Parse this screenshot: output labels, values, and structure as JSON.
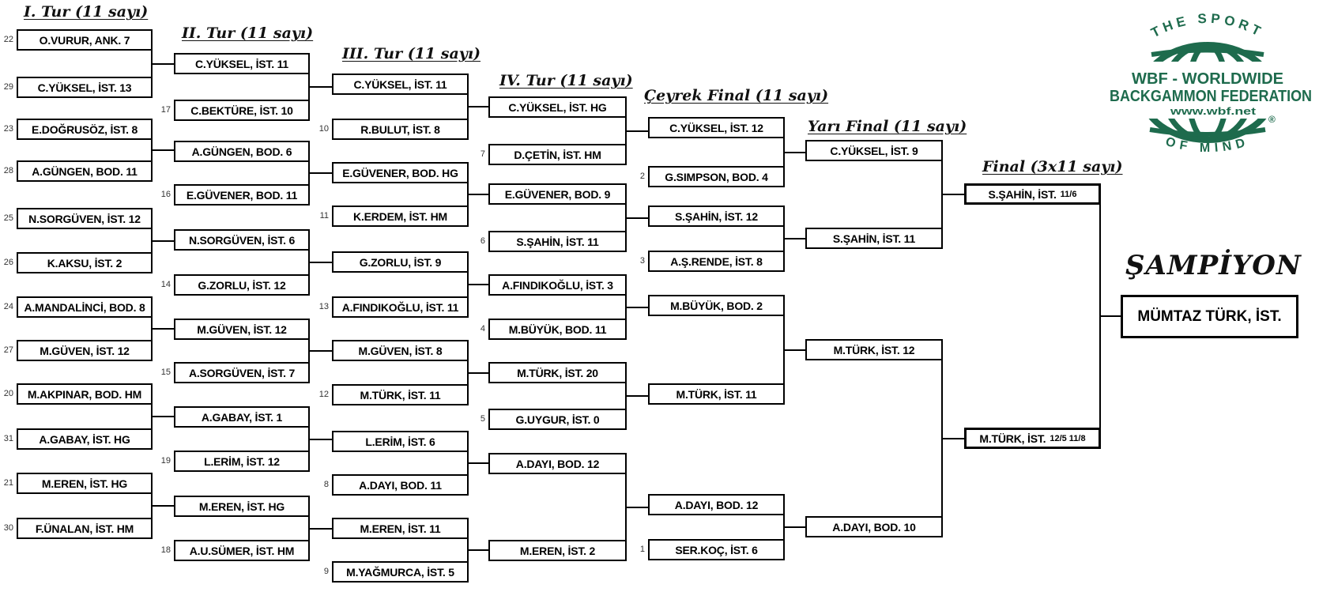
{
  "champion": {
    "heading": "ŞAMPİYON",
    "name": "MÜMTAZ TÜRK, İST."
  },
  "logo": {
    "arc_top": "THE SPORT",
    "line1": "WBF - WORLDWIDE",
    "line2": "BACKGAMMON FEDERATION",
    "url": "www.wbf.net",
    "arc_bottom": "OF MIND",
    "registered": "®",
    "color": "#1e6b4d"
  },
  "colors": {
    "line": "#000000",
    "box_border": "#000000",
    "logo_green": "#1e6b4d"
  },
  "rounds": [
    {
      "label": "I. Tur (11 sayı)",
      "boxes": [
        {
          "seed": "22",
          "label": "O.VURUR, ANK. 7"
        },
        {
          "seed": "29",
          "label": "C.YÜKSEL, İST. 13"
        },
        {
          "seed": "23",
          "label": "E.DOĞRUSÖZ, İST. 8"
        },
        {
          "seed": "28",
          "label": "A.GÜNGEN, BOD. 11"
        },
        {
          "seed": "25",
          "label": "N.SORGÜVEN, İST. 12"
        },
        {
          "seed": "26",
          "label": "K.AKSU, İST. 2"
        },
        {
          "seed": "24",
          "label": "A.MANDALİNCİ, BOD. 8"
        },
        {
          "seed": "27",
          "label": "M.GÜVEN, İST. 12"
        },
        {
          "seed": "20",
          "label": "M.AKPINAR, BOD. HM"
        },
        {
          "seed": "31",
          "label": "A.GABAY, İST. HG"
        },
        {
          "seed": "21",
          "label": "M.EREN, İST. HG"
        },
        {
          "seed": "30",
          "label": "F.ÜNALAN, İST. HM"
        }
      ]
    },
    {
      "label": "II. Tur (11 sayı)",
      "boxes": [
        {
          "label": "C.YÜKSEL, İST. 11"
        },
        {
          "seed": "17",
          "label": "C.BEKTÜRE, İST. 10"
        },
        {
          "label": "A.GÜNGEN, BOD. 6"
        },
        {
          "seed": "16",
          "label": "E.GÜVENER, BOD. 11"
        },
        {
          "label": "N.SORGÜVEN, İST. 6"
        },
        {
          "seed": "14",
          "label": "G.ZORLU, İST. 12"
        },
        {
          "label": "M.GÜVEN, İST. 12"
        },
        {
          "seed": "15",
          "label": "A.SORGÜVEN, İST. 7"
        },
        {
          "label": "A.GABAY, İST. 1"
        },
        {
          "seed": "19",
          "label": "L.ERİM, İST. 12"
        },
        {
          "label": "M.EREN, İST. HG"
        },
        {
          "seed": "18",
          "label": "A.U.SÜMER, İST. HM"
        }
      ]
    },
    {
      "label": "III. Tur (11 sayı)",
      "boxes": [
        {
          "label": "C.YÜKSEL, İST. 11"
        },
        {
          "seed": "10",
          "label": "R.BULUT, İST. 8"
        },
        {
          "label": "E.GÜVENER, BOD. HG"
        },
        {
          "seed": "11",
          "label": "K.ERDEM, İST. HM"
        },
        {
          "label": "G.ZORLU, İST. 9"
        },
        {
          "seed": "13",
          "label": "A.FINDIKOĞLU, İST. 11"
        },
        {
          "label": "M.GÜVEN, İST. 8"
        },
        {
          "seed": "12",
          "label": "M.TÜRK, İST. 11"
        },
        {
          "label": "L.ERİM, İST. 6"
        },
        {
          "seed": "8",
          "label": "A.DAYI, BOD. 11"
        },
        {
          "label": "M.EREN, İST. 11"
        },
        {
          "seed": "9",
          "label": "M.YAĞMURCA, İST. 5"
        }
      ]
    },
    {
      "label": "IV. Tur (11 sayı)",
      "boxes": [
        {
          "label": "C.YÜKSEL, İST. HG"
        },
        {
          "seed": "7",
          "label": "D.ÇETİN, İST. HM"
        },
        {
          "label": "E.GÜVENER, BOD. 9"
        },
        {
          "seed": "6",
          "label": "S.ŞAHİN, İST. 11"
        },
        {
          "label": "A.FINDIKOĞLU, İST. 3"
        },
        {
          "seed": "4",
          "label": "M.BÜYÜK, BOD. 11"
        },
        {
          "label": "M.TÜRK, İST. 20"
        },
        {
          "seed": "5",
          "label": "G.UYGUR, İST. 0"
        },
        {
          "label": "A.DAYI, BOD. 12"
        },
        {
          "label": "M.EREN, İST. 2"
        }
      ]
    },
    {
      "label": "Çeyrek Final (11 sayı)",
      "boxes": [
        {
          "label": "C.YÜKSEL, İST. 12"
        },
        {
          "seed": "2",
          "label": "G.SIMPSON, BOD. 4"
        },
        {
          "label": "S.ŞAHİN, İST. 12"
        },
        {
          "seed": "3",
          "label": "A.Ş.RENDE, İST. 8"
        },
        {
          "label": "M.BÜYÜK, BOD. 2"
        },
        {
          "label": "M.TÜRK, İST. 11"
        },
        {
          "label": "A.DAYI, BOD. 12"
        },
        {
          "seed": "1",
          "label": "SER.KOÇ, İST. 6"
        }
      ]
    },
    {
      "label": "Yarı Final (11 sayı)",
      "boxes": [
        {
          "label": "C.YÜKSEL, İST. 9"
        },
        {
          "label": "S.ŞAHİN, İST. 11"
        },
        {
          "label": "M.TÜRK, İST. 12"
        },
        {
          "label": "A.DAYI, BOD. 10"
        }
      ]
    },
    {
      "label": "Final (3x11 sayı)",
      "boxes": [
        {
          "label": "S.ŞAHİN, İST.",
          "score": "11/6"
        },
        {
          "label": "M.TÜRK, İST.",
          "score": "12/5 11/8"
        }
      ]
    }
  ]
}
